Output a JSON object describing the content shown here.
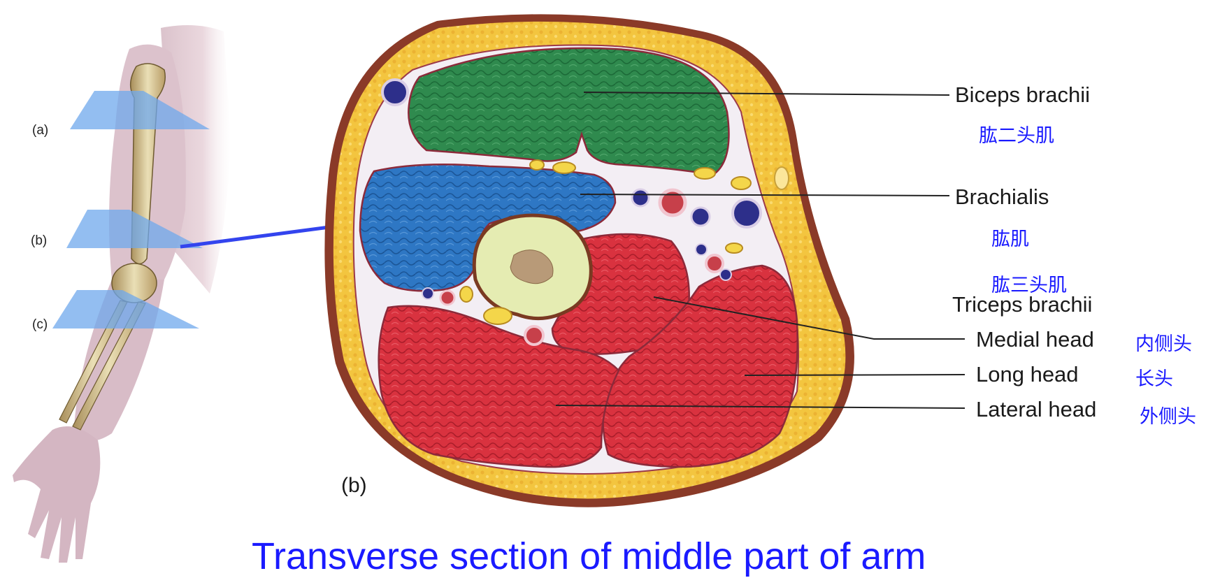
{
  "figure": {
    "panel_label": "(b)",
    "title": "Transverse section of middle part of arm"
  },
  "planes": [
    "(a)",
    "(b)",
    "(c)"
  ],
  "labels": {
    "biceps": {
      "en": "Biceps brachii",
      "zh": "肱二头肌"
    },
    "brachialis": {
      "en": "Brachialis",
      "zh": "肱肌"
    },
    "triceps": {
      "en": "Triceps brachii",
      "zh": "肱三头肌"
    },
    "medial_head": {
      "en": "Medial head",
      "zh": "内侧头"
    },
    "long_head": {
      "en": "Long head",
      "zh": "长头"
    },
    "lateral_head": {
      "en": "Lateral head",
      "zh": "外侧头"
    }
  },
  "colors": {
    "biceps": "#2e8a4f",
    "brachialis": "#2d74c2",
    "triceps": "#d8323f",
    "fat": "#f2c23c",
    "bone_marrow": "#e9efb8",
    "label_zh": "#1a1aff",
    "title": "#1a1aff",
    "pointer": "#3344ee"
  }
}
